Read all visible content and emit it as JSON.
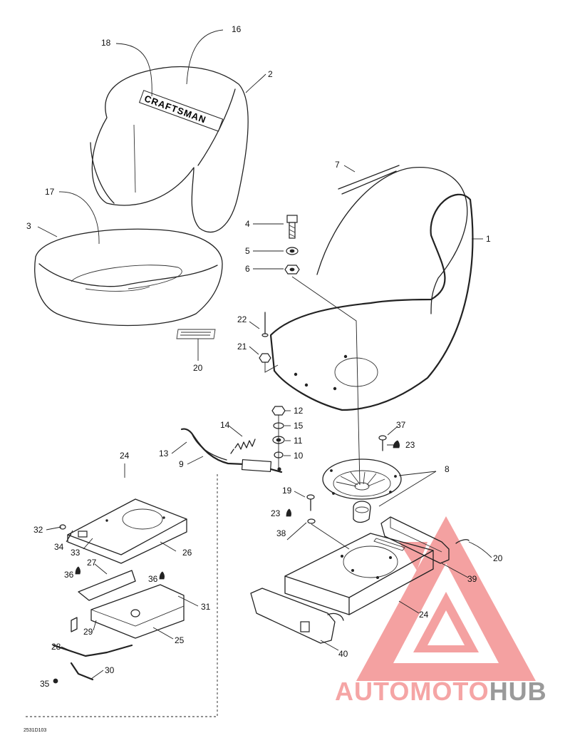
{
  "diagram": {
    "code": "2531D103",
    "seat_logo_text": "CRAFTSMAN",
    "callouts": [
      "1",
      "2",
      "3",
      "4",
      "5",
      "6",
      "7",
      "8",
      "9",
      "10",
      "11",
      "12",
      "13",
      "14",
      "15",
      "16",
      "17",
      "18",
      "19",
      "20",
      "21",
      "22",
      "23",
      "24",
      "25",
      "26",
      "27",
      "28",
      "29",
      "30",
      "31",
      "32",
      "33",
      "34",
      "35",
      "36",
      "37",
      "38",
      "39",
      "40"
    ]
  },
  "watermark": {
    "part1": "AUTO",
    "part2": "MOTO",
    "part3": "HUB",
    "color_main": "#f5a5a5",
    "color_hub": "#9a9a9a",
    "color_logo": "#f29090"
  },
  "labels": {
    "l16": "16",
    "l18": "18",
    "l2": "2",
    "l17": "17",
    "l3": "3",
    "l7": "7",
    "l1": "1",
    "l4": "4",
    "l5": "5",
    "l6": "6",
    "l22": "22",
    "l21": "21",
    "l20a": "20",
    "l12": "12",
    "l15": "15",
    "l11": "11",
    "l10": "10",
    "l14": "14",
    "l13": "13",
    "l9": "9",
    "l37": "37",
    "l23a": "23",
    "l8": "8",
    "l19": "19",
    "l23b": "23",
    "l38": "38",
    "l24a": "24",
    "l32": "32",
    "l34": "34",
    "l33": "33",
    "l26": "26",
    "l27": "27",
    "l36a": "36",
    "l36b": "36",
    "l31": "31",
    "l29": "29",
    "l25": "25",
    "l28": "28",
    "l30": "30",
    "l35": "35",
    "l20b": "20",
    "l39": "39",
    "l24b": "24",
    "l40": "40"
  }
}
